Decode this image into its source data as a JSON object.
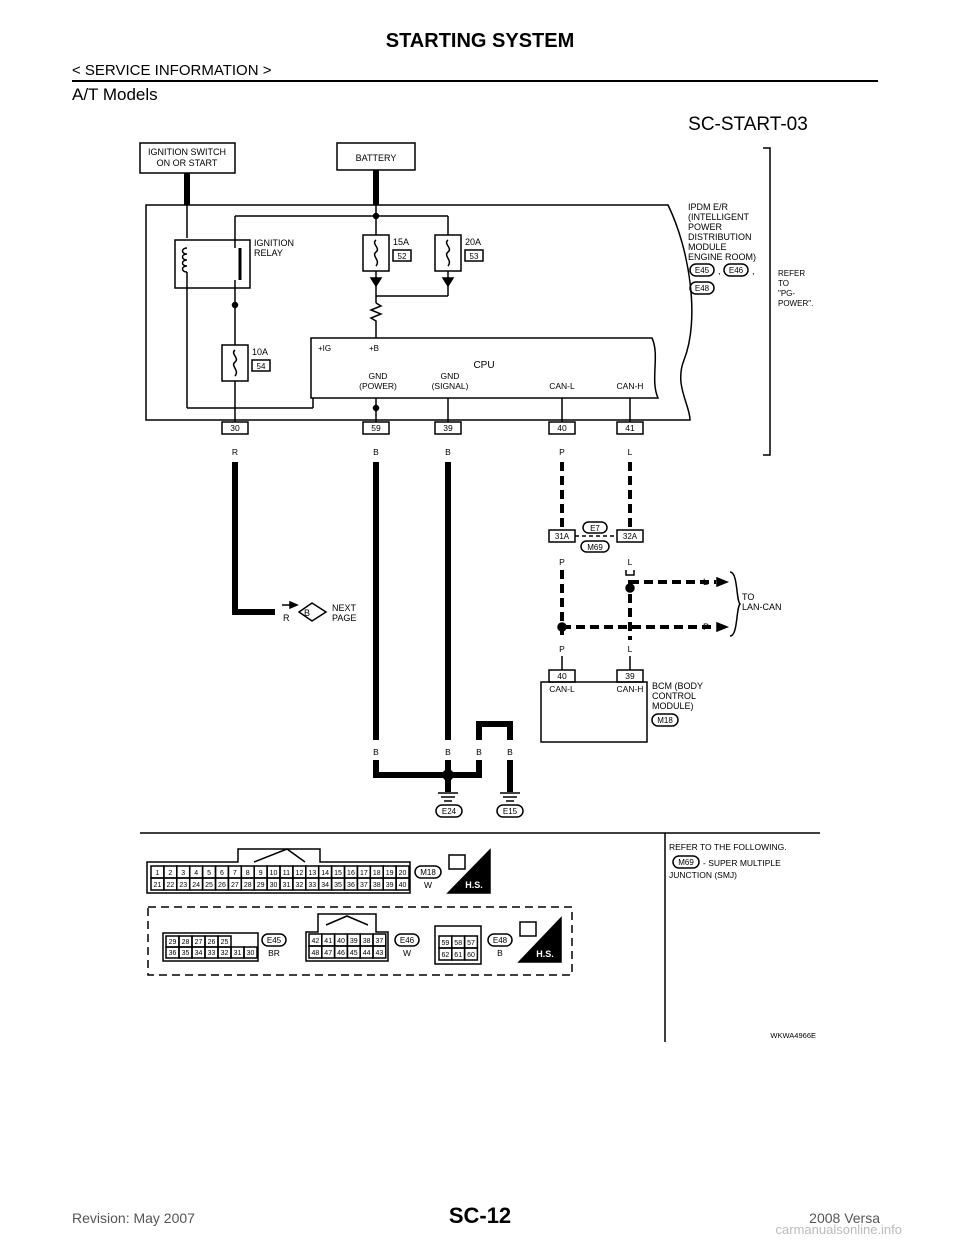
{
  "header": {
    "title": "STARTING SYSTEM",
    "section": "< SERVICE INFORMATION >",
    "subsection": "A/T Models"
  },
  "footer": {
    "page_number": "SC-12",
    "revision": "Revision: May 2007",
    "model": "2008 Versa",
    "watermark": "carmanualsonline.info"
  },
  "diagram": {
    "code": "SC-START-03",
    "ignition_switch": [
      "IGNITION SWITCH",
      "ON OR START"
    ],
    "battery": "BATTERY",
    "ignition_relay": [
      "IGNITION",
      "RELAY"
    ],
    "fuse_15a": "15A",
    "fuse_15a_no": "52",
    "fuse_20a": "20A",
    "fuse_20a_no": "53",
    "fuse_10a": "10A",
    "fuse_10a_no": "54",
    "ipdm": [
      "IPDM E/R",
      "(INTELLIGENT",
      "POWER",
      "DISTRIBUTION",
      "MODULE",
      "ENGINE ROOM)"
    ],
    "ipdm_connectors": [
      "E45",
      "E46",
      "E48"
    ],
    "refer": [
      "REFER",
      "TO",
      "\"PG-",
      "POWER\"."
    ],
    "cpu": "CPU",
    "cpu_ig": "+IG",
    "cpu_b": "+B",
    "gnd_power": [
      "GND",
      "(POWER)"
    ],
    "gnd_signal": [
      "GND",
      "(SIGNAL)"
    ],
    "can_l": "CAN-L",
    "can_h": "CAN-H",
    "pins": [
      "30",
      "59",
      "39",
      "40",
      "41"
    ],
    "wire_colors": [
      "R",
      "B",
      "B",
      "P",
      "L"
    ],
    "joint_pins": [
      "31A",
      "32A"
    ],
    "joint_connectors": [
      "E7",
      "M69"
    ],
    "lan_labels": [
      "L",
      "P"
    ],
    "lan_can": [
      "TO",
      "LAN-CAN"
    ],
    "next_page": [
      "NEXT",
      "PAGE"
    ],
    "next_colors": [
      "R",
      "B"
    ],
    "bcm_pins": [
      "40",
      "39"
    ],
    "bcm_can_l": "CAN-L",
    "bcm_can_h": "CAN-H",
    "bcm": [
      "BCM (BODY",
      "CONTROL",
      "MODULE)"
    ],
    "bcm_connector": "M18",
    "ground_colors": [
      "B",
      "B",
      "B",
      "B"
    ],
    "grounds": [
      "E24",
      "E15"
    ],
    "ref_note": [
      "REFER TO THE FOLLOWING.",
      "- SUPER MULTIPLE",
      "JUNCTION (SMJ)"
    ],
    "ref_connector": "M69",
    "figure_code": "WKWA4966E",
    "m18": {
      "id": "M18",
      "color": "W",
      "hs": "H.S.",
      "row1": [
        "1",
        "2",
        "3",
        "4",
        "5",
        "6",
        "7",
        "8",
        "9",
        "10",
        "11",
        "12",
        "13",
        "14",
        "15",
        "16",
        "17",
        "18",
        "19",
        "20"
      ],
      "row2": [
        "21",
        "22",
        "23",
        "24",
        "25",
        "26",
        "27",
        "28",
        "29",
        "30",
        "31",
        "32",
        "33",
        "34",
        "35",
        "36",
        "37",
        "38",
        "39",
        "40"
      ]
    },
    "e45": {
      "id": "E45",
      "color": "BR",
      "row1": [
        "29",
        "28",
        "27",
        "26",
        "25"
      ],
      "row2": [
        "36",
        "35",
        "34",
        "33",
        "32",
        "31",
        "30"
      ]
    },
    "e46": {
      "id": "E46",
      "color": "W",
      "row1": [
        "42",
        "41",
        "40",
        "39",
        "38",
        "37"
      ],
      "row2": [
        "48",
        "47",
        "46",
        "45",
        "44",
        "43"
      ]
    },
    "e48": {
      "id": "E48",
      "color": "B",
      "hs": "H.S.",
      "row1": [
        "59",
        "58",
        "57"
      ],
      "row2": [
        "62",
        "61",
        "60"
      ]
    }
  }
}
